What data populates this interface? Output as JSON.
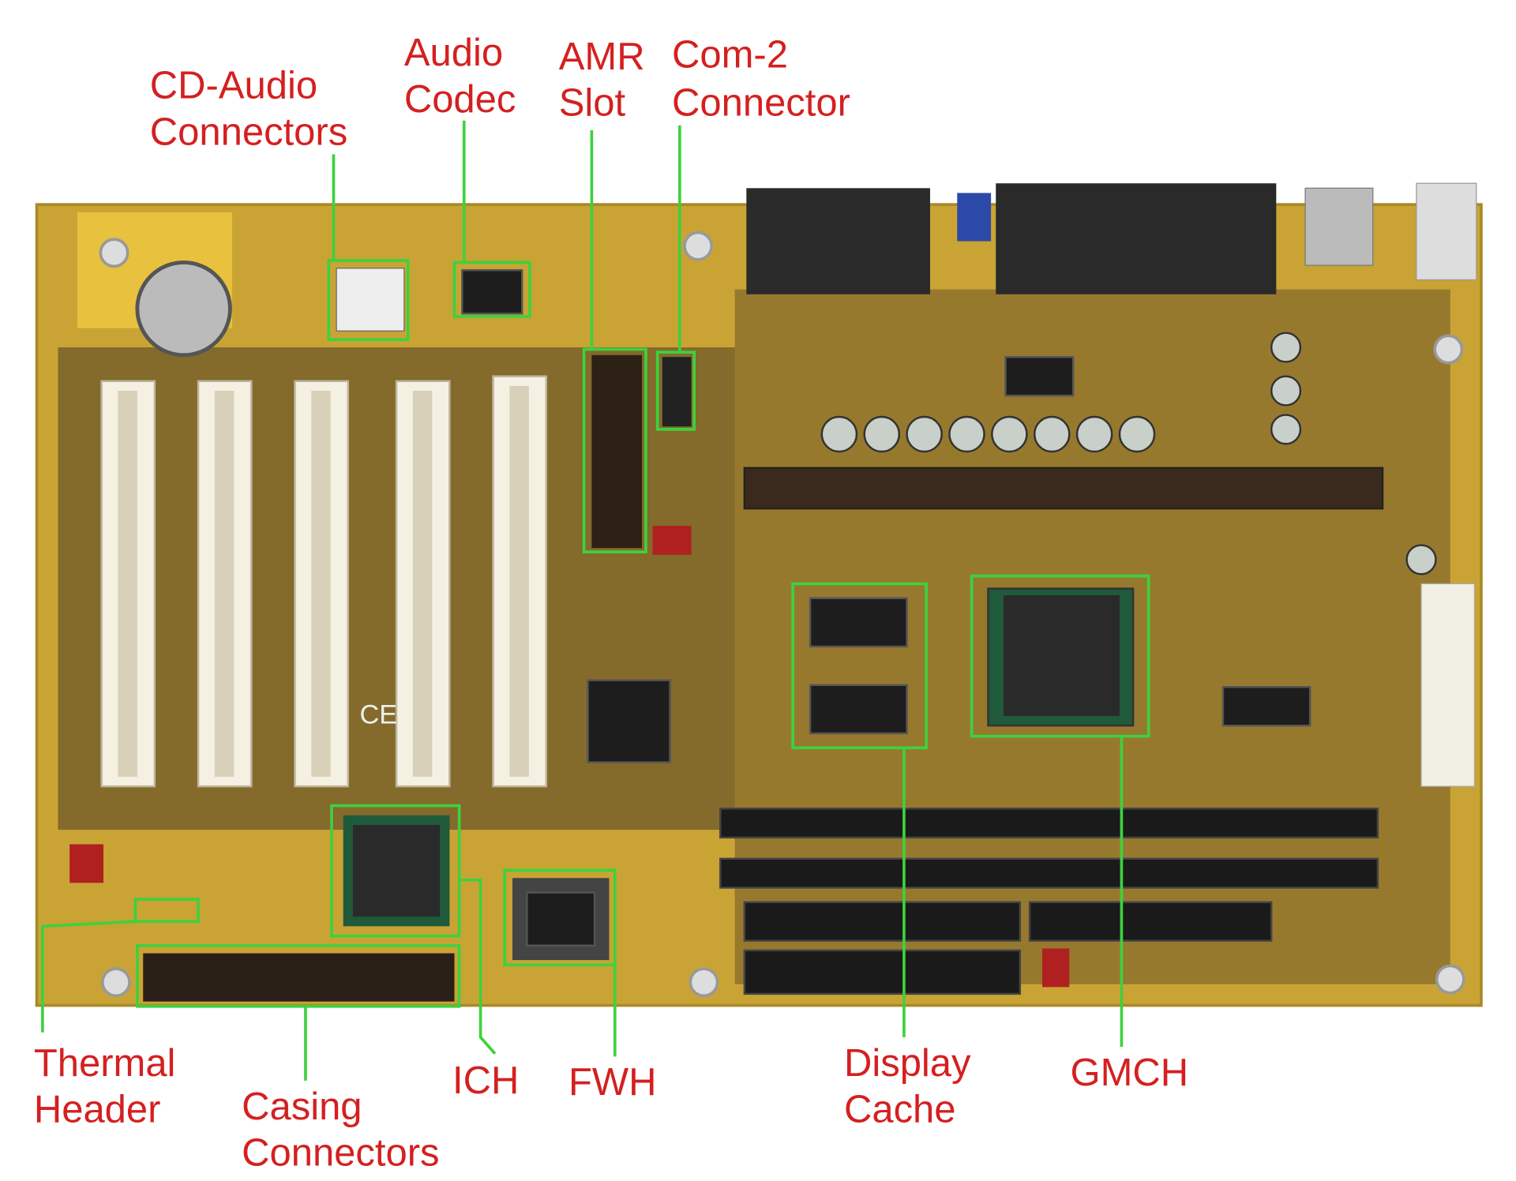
{
  "title": "Motherboard component diagram",
  "colors": {
    "label": "#d42020",
    "highlight": "#3ed13e",
    "board": "#d9b53a"
  },
  "labels": {
    "cd_audio": {
      "line1": "CD-Audio",
      "line2": "Connectors"
    },
    "audio_codec": {
      "line1": "Audio",
      "line2": "Codec"
    },
    "amr_slot": {
      "line1": "AMR",
      "line2": "Slot"
    },
    "com2": {
      "line1": "Com-2",
      "line2": "Connector"
    },
    "thermal": {
      "line1": "Thermal",
      "line2": "Header"
    },
    "casing": {
      "line1": "Casing",
      "line2": "Connectors"
    },
    "ich": {
      "line1": "ICH"
    },
    "fwh": {
      "line1": "FWH"
    },
    "display_cache": {
      "line1": "Display",
      "line2": "Cache"
    },
    "gmch": {
      "line1": "GMCH"
    }
  },
  "board_markings": {
    "ce": "CE"
  }
}
